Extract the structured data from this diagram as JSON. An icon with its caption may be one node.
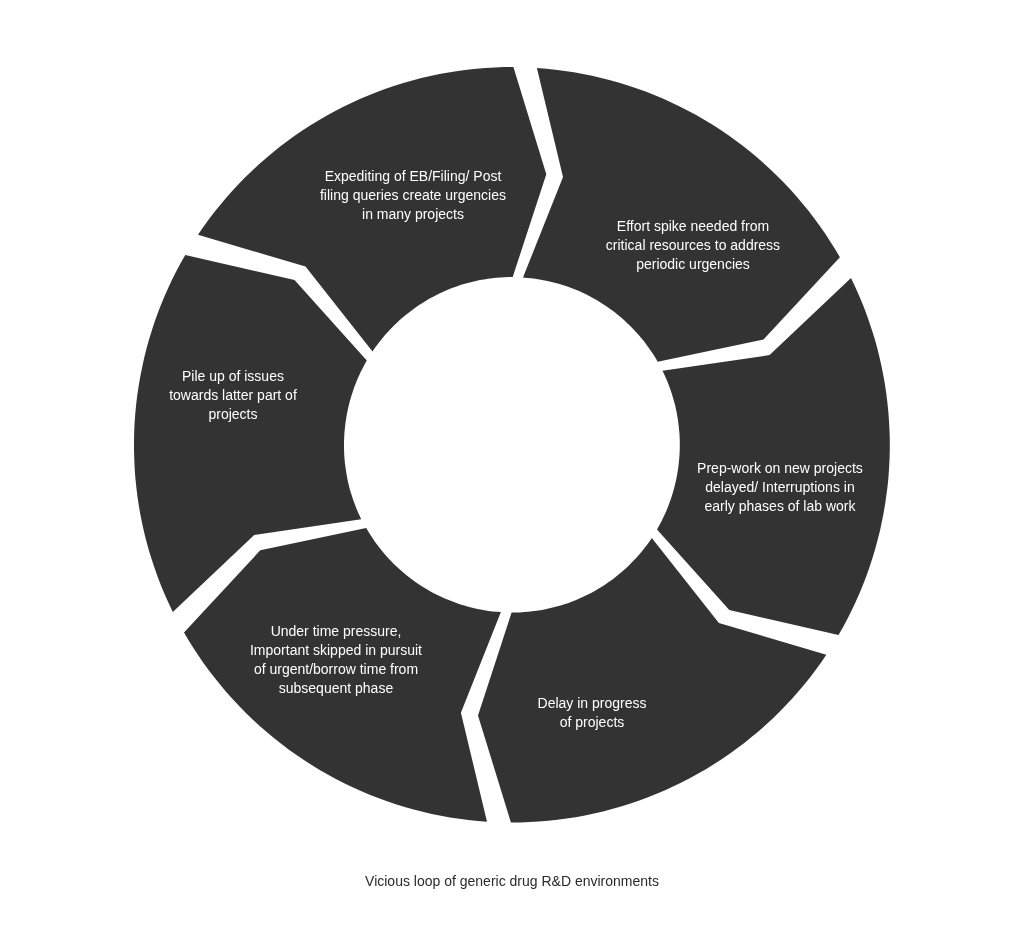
{
  "diagram": {
    "caption": "Vicious loop of generic drug R&D environments",
    "nodes": [
      {
        "text": [
          "Expediting of EB/Filing/ Post filing queries create urgencies in many projects"
        ]
      },
      {
        "text": [
          "Effort spike needed from critical resources to address periodic urgencies"
        ]
      },
      {
        "text": [
          "Prep-work on new projects delayed/ Interruptions in early phases of lab work"
        ]
      },
      {
        "text": [
          "Delay in progress of projects"
        ]
      },
      {
        "text": [
          "Under time pressure, Important skipped in pursuit of urgent/borrow time from subsequent phase"
        ]
      },
      {
        "text": [
          "Pile up of issues towards latter part of projects"
        ]
      }
    ]
  }
}
